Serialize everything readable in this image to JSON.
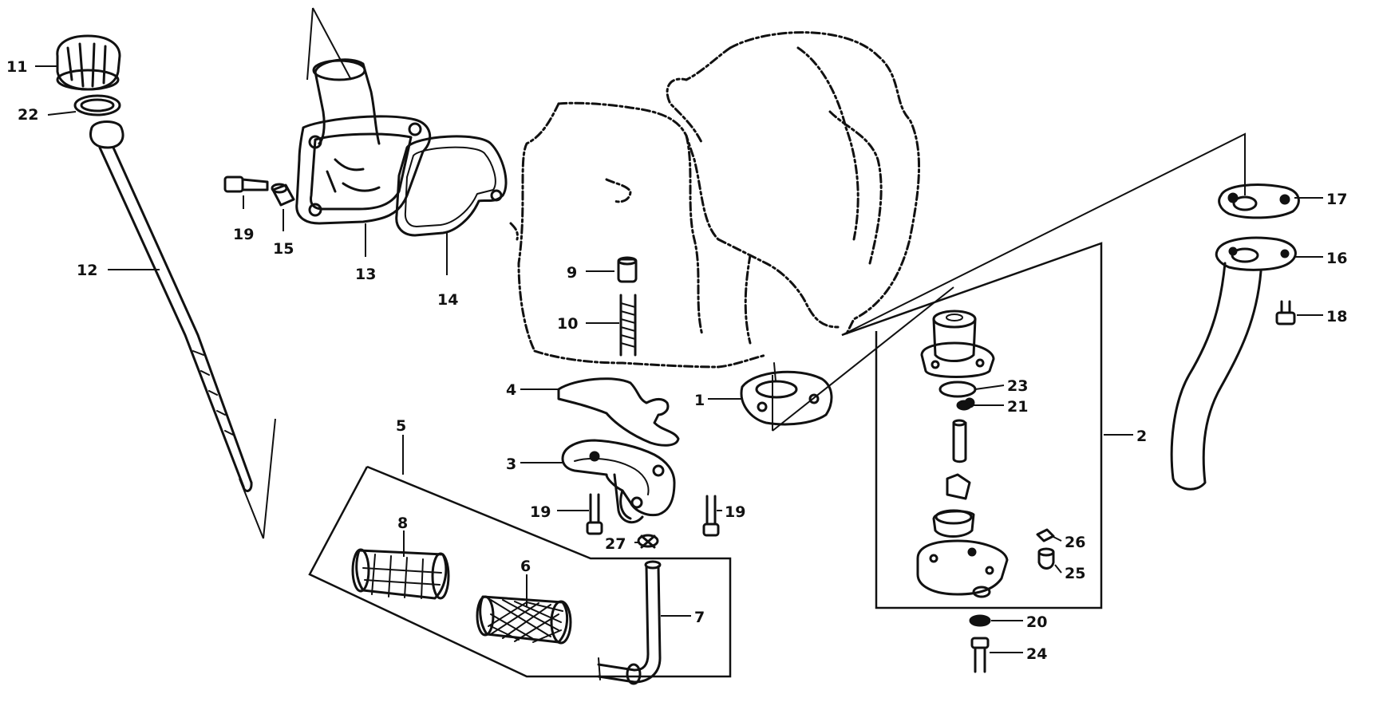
{
  "callouts": {
    "c1": "1",
    "c2": "2",
    "c3": "3",
    "c4": "4",
    "c5": "5",
    "c6": "6",
    "c7": "7",
    "c8": "8",
    "c9": "9",
    "c10": "10",
    "c11": "11",
    "c12": "12",
    "c13": "13",
    "c14": "14",
    "c15": "15",
    "c16": "16",
    "c17": "17",
    "c18": "18",
    "c19a": "19",
    "c19b": "19",
    "c19c": "19",
    "c20": "20",
    "c21": "21",
    "c22": "22",
    "c23": "23",
    "c24": "24",
    "c25": "25",
    "c26": "26",
    "c27": "27"
  },
  "colors": {
    "line": "#111111",
    "background": "#ffffff"
  }
}
